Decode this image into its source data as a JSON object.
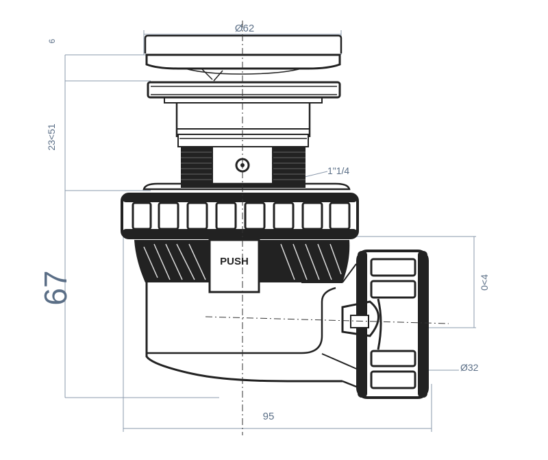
{
  "drawing": {
    "dimensions": {
      "top_diameter": "Ø62",
      "cap_height": "6",
      "adjust_range": "23<51",
      "thread": "1\"1/4",
      "total_height": "67",
      "outlet_offset": "0<4",
      "outlet_diameter": "Ø32",
      "total_width": "95"
    },
    "labels": {
      "push": "PUSH"
    }
  }
}
